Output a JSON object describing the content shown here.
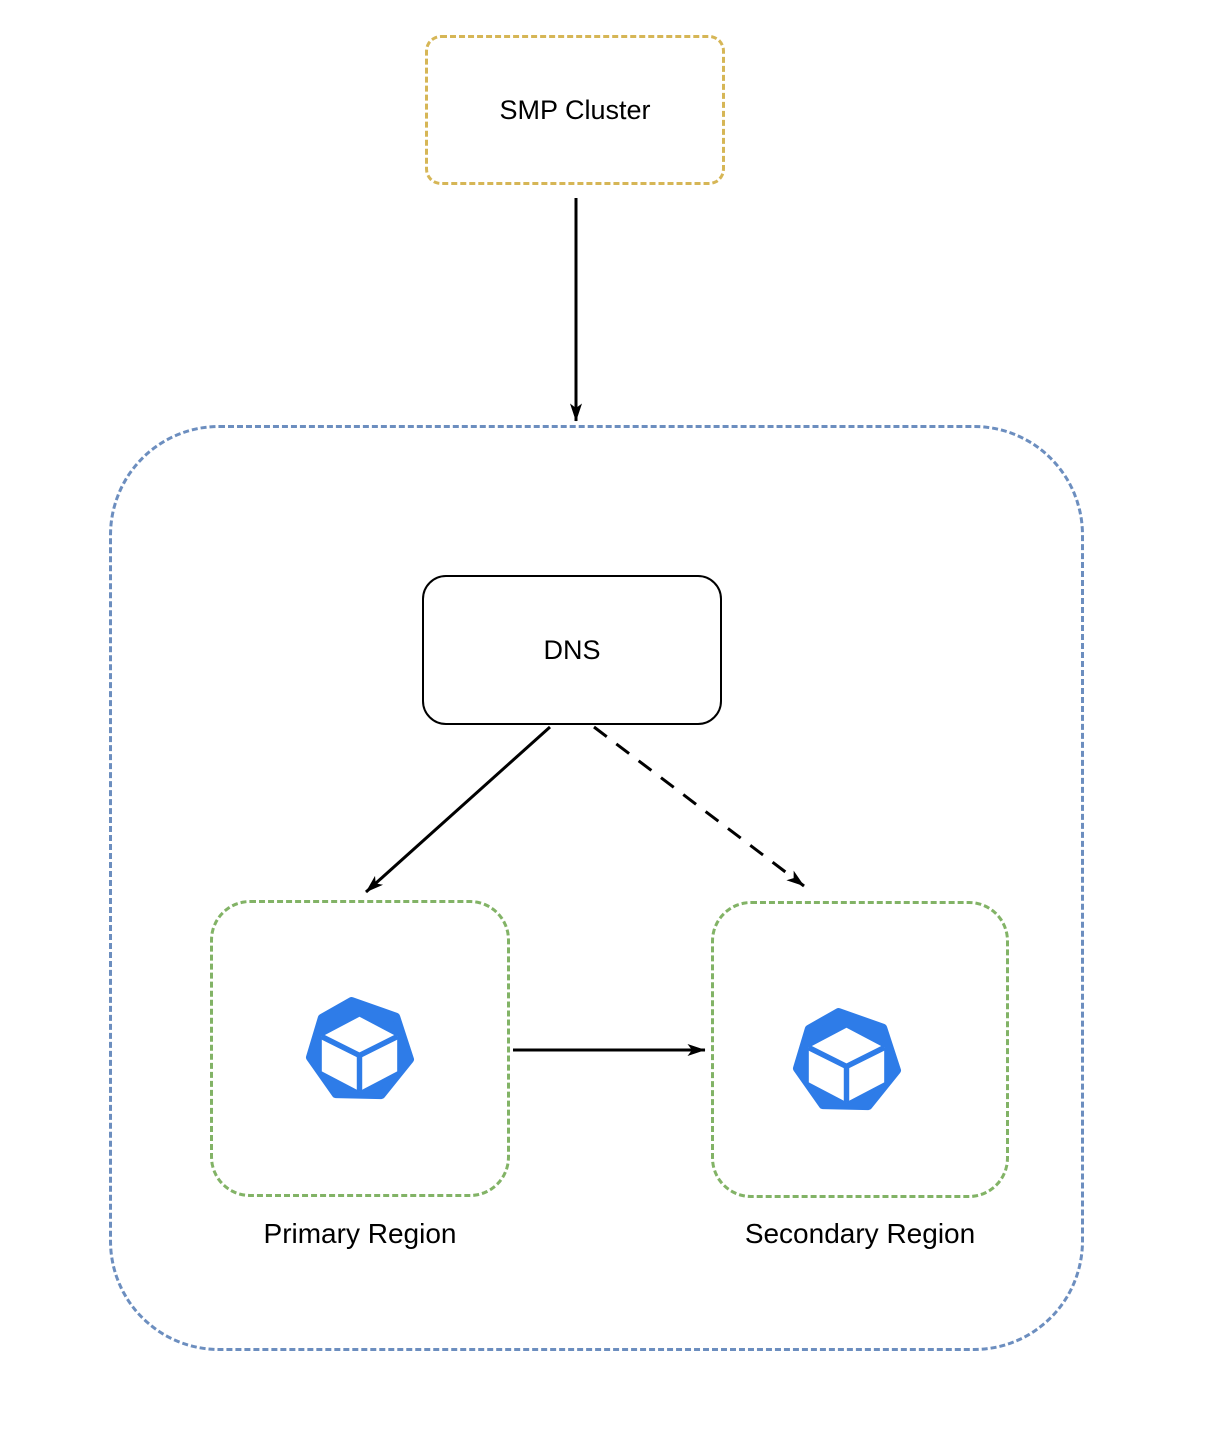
{
  "nodes": {
    "smp_cluster": {
      "label": "SMP Cluster"
    },
    "dns": {
      "label": "DNS"
    },
    "primary_region": {
      "label": "Primary Region"
    },
    "secondary_region": {
      "label": "Secondary Region"
    }
  },
  "icons": {
    "primary_region": "cube-heptagon-cluster-icon",
    "secondary_region": "cube-heptagon-cluster-icon"
  },
  "edges": [
    {
      "from": "smp_cluster",
      "to": "regions_container",
      "style": "solid",
      "arrowhead": "filled"
    },
    {
      "from": "dns",
      "to": "primary_region",
      "style": "solid",
      "arrowhead": "filled"
    },
    {
      "from": "dns",
      "to": "secondary_region",
      "style": "dashed",
      "arrowhead": "filled"
    },
    {
      "from": "primary_region",
      "to": "secondary_region",
      "style": "solid",
      "arrowhead": "filled"
    }
  ],
  "colors": {
    "smp_border": "#D6B656",
    "container_border": "#6C8EBF",
    "region_border": "#82B366",
    "dns_border": "#000000",
    "icon_blue": "#2E7CE8",
    "icon_cube_white": "#FFFFFF",
    "arrow": "#000000",
    "text": "#000000",
    "background": "#FFFFFF"
  }
}
